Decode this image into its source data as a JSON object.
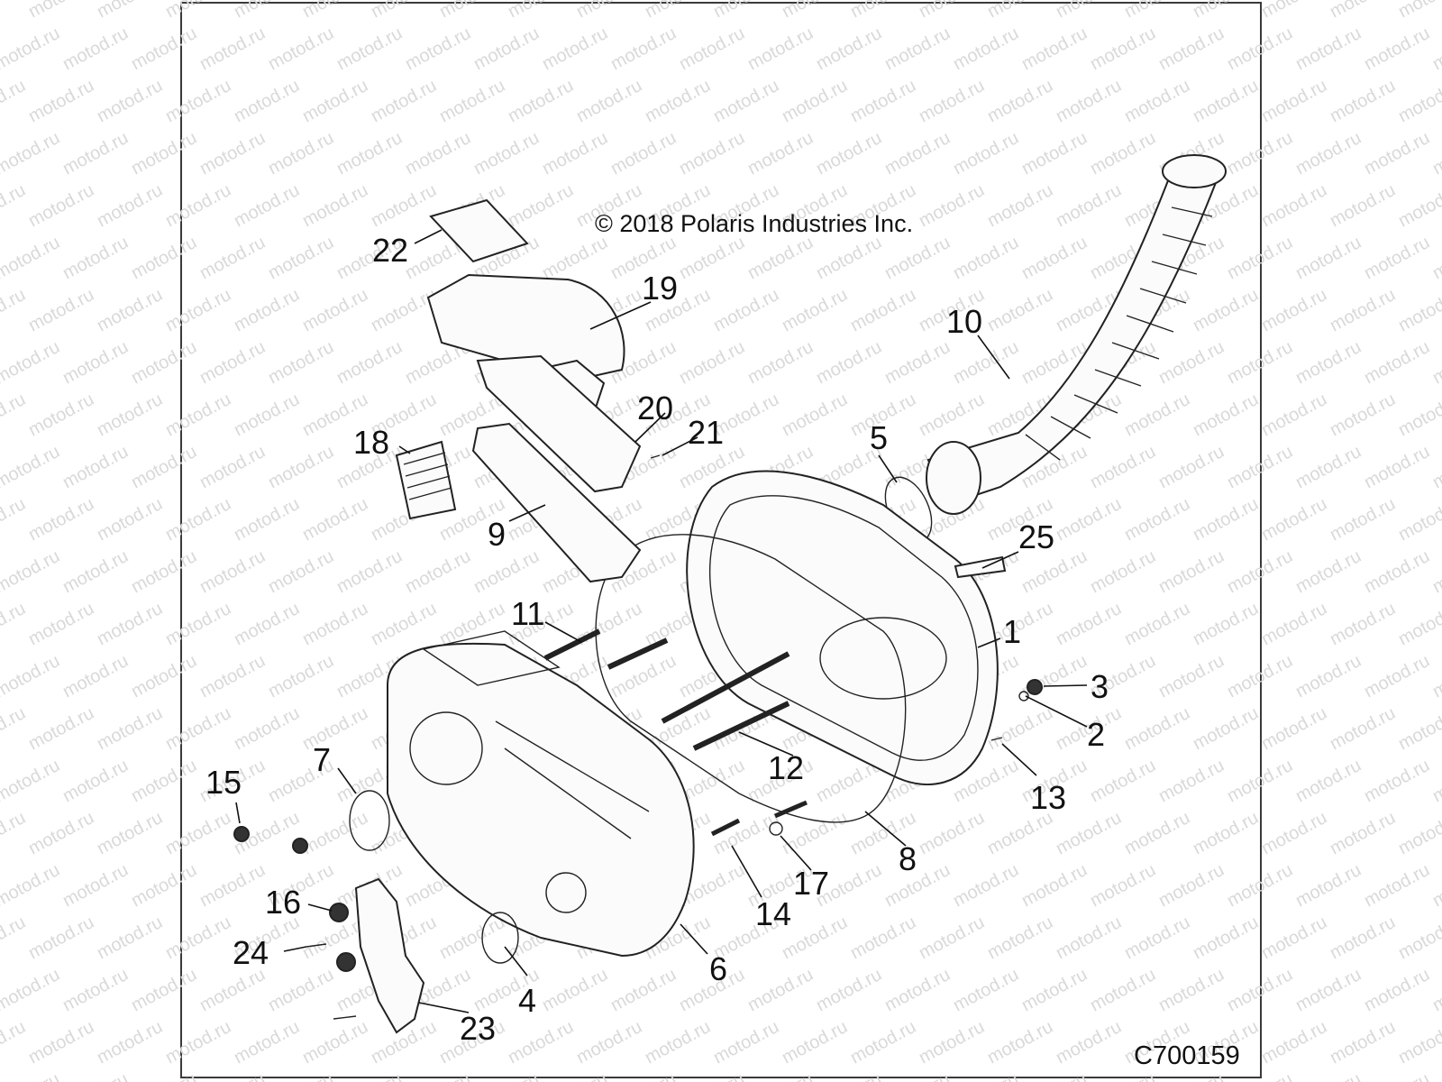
{
  "copyright": "© 2018 Polaris Industries Inc.",
  "drawing_code": "C700159",
  "watermark": "motod.ru",
  "callouts": [
    "1",
    "2",
    "3",
    "4",
    "5",
    "6",
    "7",
    "8",
    "9",
    "10",
    "11",
    "12",
    "13",
    "14",
    "15",
    "16",
    "17",
    "18",
    "19",
    "20",
    "21",
    "22",
    "23",
    "24",
    "25"
  ]
}
